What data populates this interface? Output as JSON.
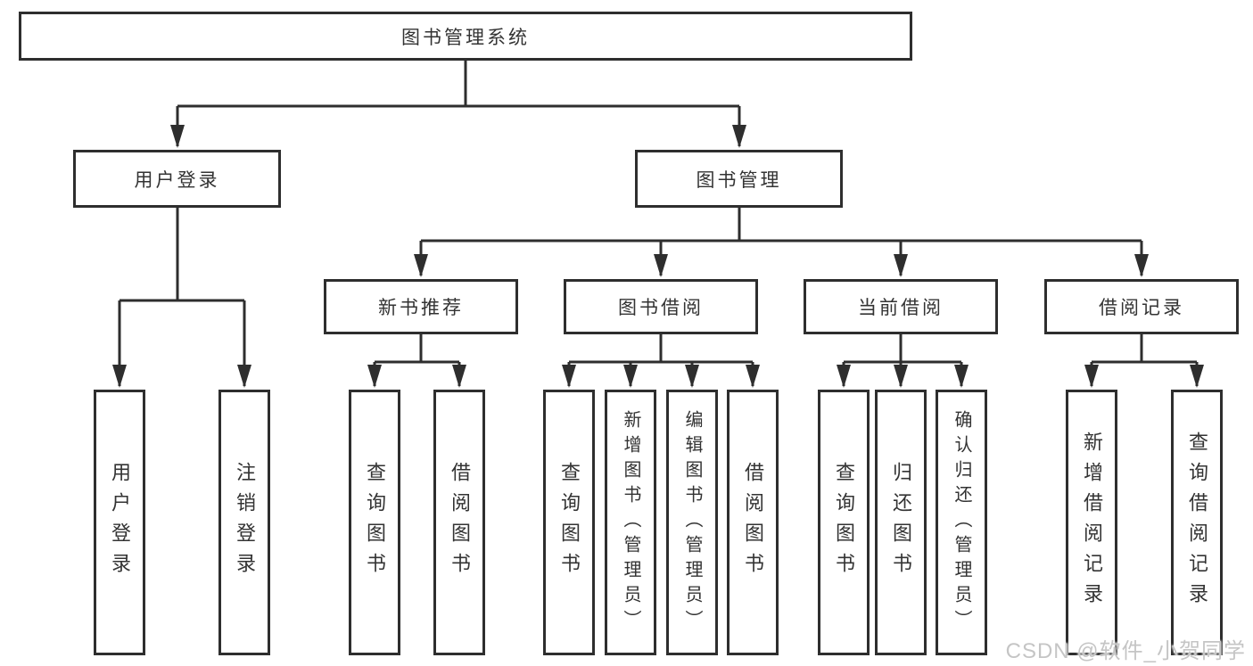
{
  "diagram": {
    "root": {
      "label": "图书管理系统",
      "children": [
        {
          "label": "用户登录",
          "children": [
            {
              "label": "用户登录"
            },
            {
              "label": "注销登录"
            }
          ]
        },
        {
          "label": "图书管理",
          "children": [
            {
              "label": "新书推荐",
              "children": [
                {
                  "label": "查询图书"
                },
                {
                  "label": "借阅图书"
                }
              ]
            },
            {
              "label": "图书借阅",
              "children": [
                {
                  "label": "查询图书"
                },
                {
                  "label": "新增图书（管理员）"
                },
                {
                  "label": "编辑图书（管理员）"
                },
                {
                  "label": "借阅图书"
                }
              ]
            },
            {
              "label": "当前借阅",
              "children": [
                {
                  "label": "查询图书"
                },
                {
                  "label": "归还图书"
                },
                {
                  "label": "确认归还（管理员）"
                }
              ]
            },
            {
              "label": "借阅记录",
              "children": [
                {
                  "label": "新增借阅记录"
                },
                {
                  "label": "查询借阅记录"
                }
              ]
            }
          ]
        }
      ]
    }
  },
  "watermark": {
    "text": "CSDN @软件_小贺同学"
  },
  "colors": {
    "line": "#2e2e2e",
    "box_border": "#2e2e2e",
    "box_fill": "#ffffff",
    "text": "#333333",
    "watermark": "#c5c5c5"
  }
}
